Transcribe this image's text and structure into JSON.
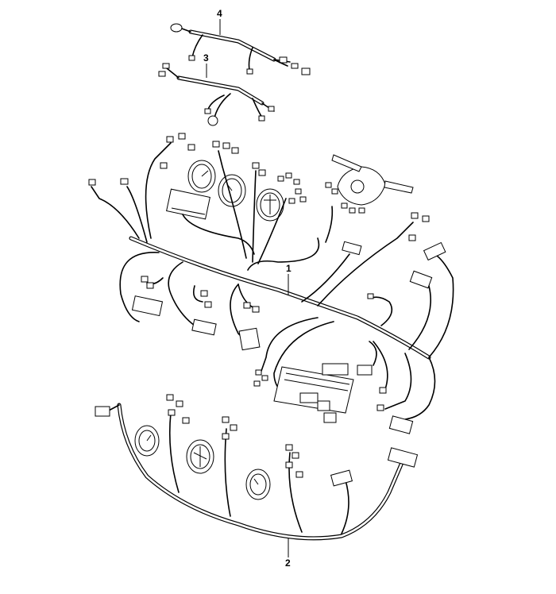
{
  "callouts": {
    "item_1": "1",
    "item_2": "2",
    "item_3": "3",
    "item_4": "4"
  },
  "colors": {
    "line": "#000000",
    "background": "#ffffff"
  }
}
